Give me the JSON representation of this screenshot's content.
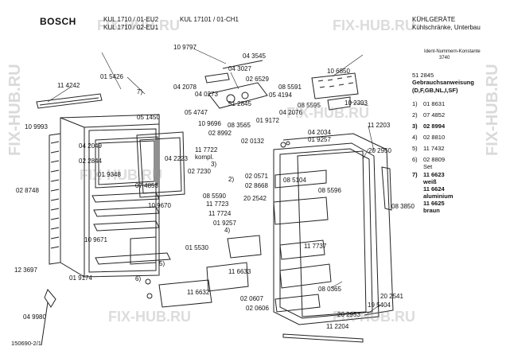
{
  "header": {
    "brand": "BOSCH",
    "model_line_1a": "KUL 1710 / 01-EU2",
    "model_line_1b": "KUL 17101 / 01-CH1",
    "model_line_2": "KUL 1710 / 02-EU1",
    "category": "KÜHLGERÄTE",
    "subcategory": "Kühlschränke, Unterbau",
    "ident_label": "Ident-Nummern-Konstante",
    "ident_value": "3740"
  },
  "legend": {
    "part": "51 2845",
    "title": "Gebrauchsanweisung",
    "languages": "(D,F,GB,NL,I,SF)",
    "items": [
      {
        "num": "1)",
        "val": "01 8631"
      },
      {
        "num": "2)",
        "val": "07 4852"
      },
      {
        "num": "3)",
        "val": "02 8994"
      },
      {
        "num": "4)",
        "val": "02 8810"
      },
      {
        "num": "5)",
        "val": "11 7432"
      },
      {
        "num": "6)",
        "val": "02 8809"
      }
    ],
    "set_label": "Set",
    "item7": {
      "num": "7)",
      "val": "11 6623"
    },
    "color_1": "weiß",
    "part_2": "11 6624",
    "color_2": "aluminium",
    "part_3": "11 6625",
    "color_3": "braun"
  },
  "footer": {
    "doc_id": "150690-2/1"
  },
  "watermark": "FIX-HUB.RU",
  "part_labels": [
    "10 9797",
    "04 3545",
    "04 3027",
    "02 6529",
    "10 6850",
    "01 5426",
    "11 4242",
    "7)",
    "04 2078",
    "04 0273",
    "08 5591",
    "05 4194",
    "51 2845",
    "05 4747",
    "08 5595",
    "10 2393",
    "10 9993",
    "05 1450",
    "10 9696",
    "08 3565",
    "04 2076",
    "01 9172",
    "11 2203",
    "02 8992",
    "02 0132",
    "04 2034",
    "01 9257",
    "04 2049",
    "11 7722",
    "kompl.",
    "02 2844",
    "04 2223",
    "20 2950",
    "01 9348",
    "02 7230",
    "2)",
    "3)",
    "02 0571",
    "07 4853",
    "02 8748",
    "08 5104",
    "02 8668",
    "08 5596",
    "08 5590",
    "10 9670",
    "11 7723",
    "20 2542",
    "08 3850",
    "11 7724",
    "01 9257",
    "4)",
    "10 9671",
    "01 5530",
    "11 7737",
    "12 3697",
    "5)",
    "01 9174",
    "6)",
    "11 6633",
    "08 0365",
    "11 6632",
    "02 0607",
    "02 0606",
    "20 2541",
    "19 5404",
    "04 9980",
    "20 2953",
    "11 2204"
  ]
}
